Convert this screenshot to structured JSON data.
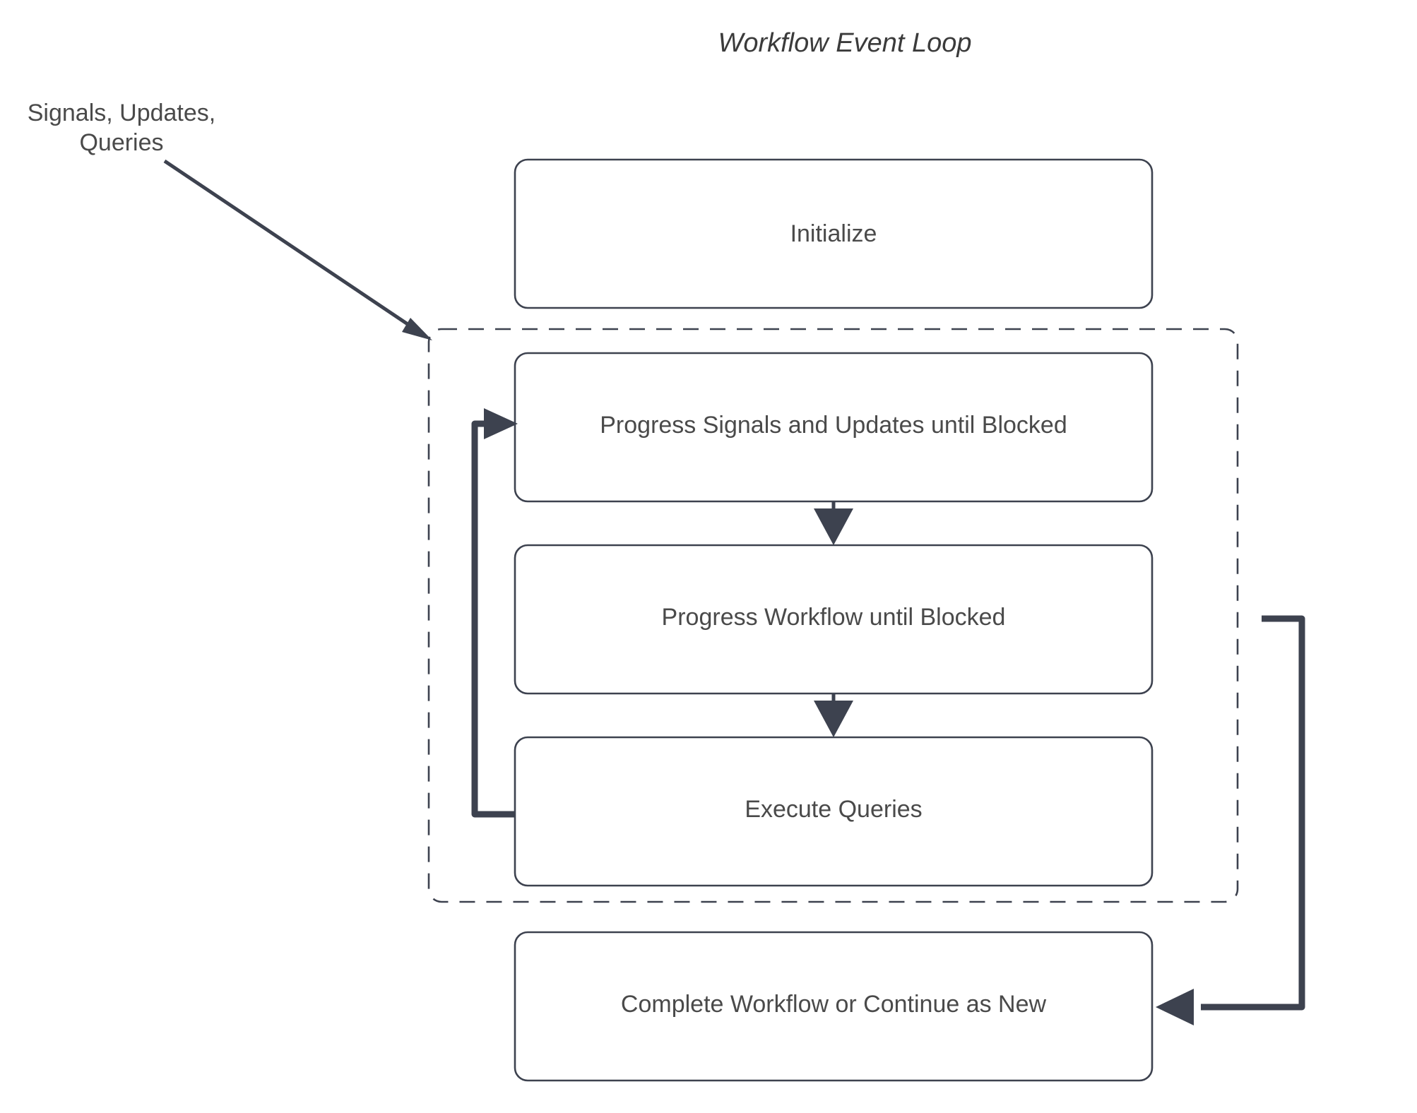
{
  "title": "Workflow Event Loop",
  "edge_labels": {
    "inbound": {
      "line1": "Signals, Updates,",
      "line2": "Queries"
    }
  },
  "nodes": [
    {
      "id": "initialize",
      "label": "Initialize"
    },
    {
      "id": "progress-signals",
      "label": "Progress Signals and Updates until Blocked"
    },
    {
      "id": "progress-workflow",
      "label": "Progress Workflow until Blocked"
    },
    {
      "id": "execute-queries",
      "label": "Execute Queries"
    },
    {
      "id": "complete-workflow",
      "label": "Complete Workflow or Continue as New"
    }
  ],
  "group": {
    "id": "event-loop-group",
    "label": ""
  },
  "colors": {
    "stroke": "#3d424f",
    "text": "#4a4a4a",
    "title": "#3b3b3b",
    "background": "#ffffff"
  }
}
